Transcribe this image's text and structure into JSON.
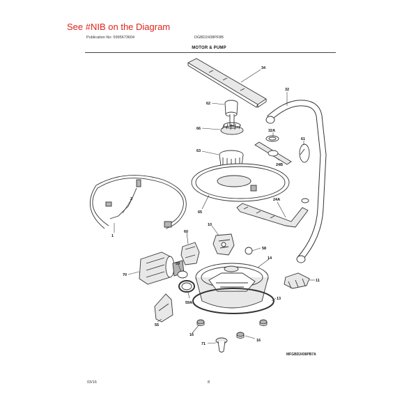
{
  "header": {
    "note": "See #NIB on the Diagram",
    "publication": "Publication No: 5995673604",
    "model": "DGBD2438PF8B"
  },
  "section_title": "MOTOR & PUMP",
  "callouts": [
    {
      "id": "34",
      "label": "34"
    },
    {
      "id": "32",
      "label": "32"
    },
    {
      "id": "62",
      "label": "62"
    },
    {
      "id": "66",
      "label": "66"
    },
    {
      "id": "32A",
      "label": "32A"
    },
    {
      "id": "61",
      "label": "61"
    },
    {
      "id": "63",
      "label": "63"
    },
    {
      "id": "24B",
      "label": "24B"
    },
    {
      "id": "2",
      "label": "2"
    },
    {
      "id": "65",
      "label": "65"
    },
    {
      "id": "24A",
      "label": "24A"
    },
    {
      "id": "1",
      "label": "1"
    },
    {
      "id": "10",
      "label": "10"
    },
    {
      "id": "60",
      "label": "60"
    },
    {
      "id": "58",
      "label": "58"
    },
    {
      "id": "14",
      "label": "14"
    },
    {
      "id": "70",
      "label": "70"
    },
    {
      "id": "59",
      "label": "59"
    },
    {
      "id": "11",
      "label": "11"
    },
    {
      "id": "59A",
      "label": "59A"
    },
    {
      "id": "13",
      "label": "13"
    },
    {
      "id": "55",
      "label": "55"
    },
    {
      "id": "16a",
      "label": "16"
    },
    {
      "id": "71",
      "label": "71"
    },
    {
      "id": "16b",
      "label": "16"
    }
  ],
  "footer": {
    "diagram_id": "MFGBD2438PB7A",
    "date": "03/16",
    "page": "8"
  }
}
